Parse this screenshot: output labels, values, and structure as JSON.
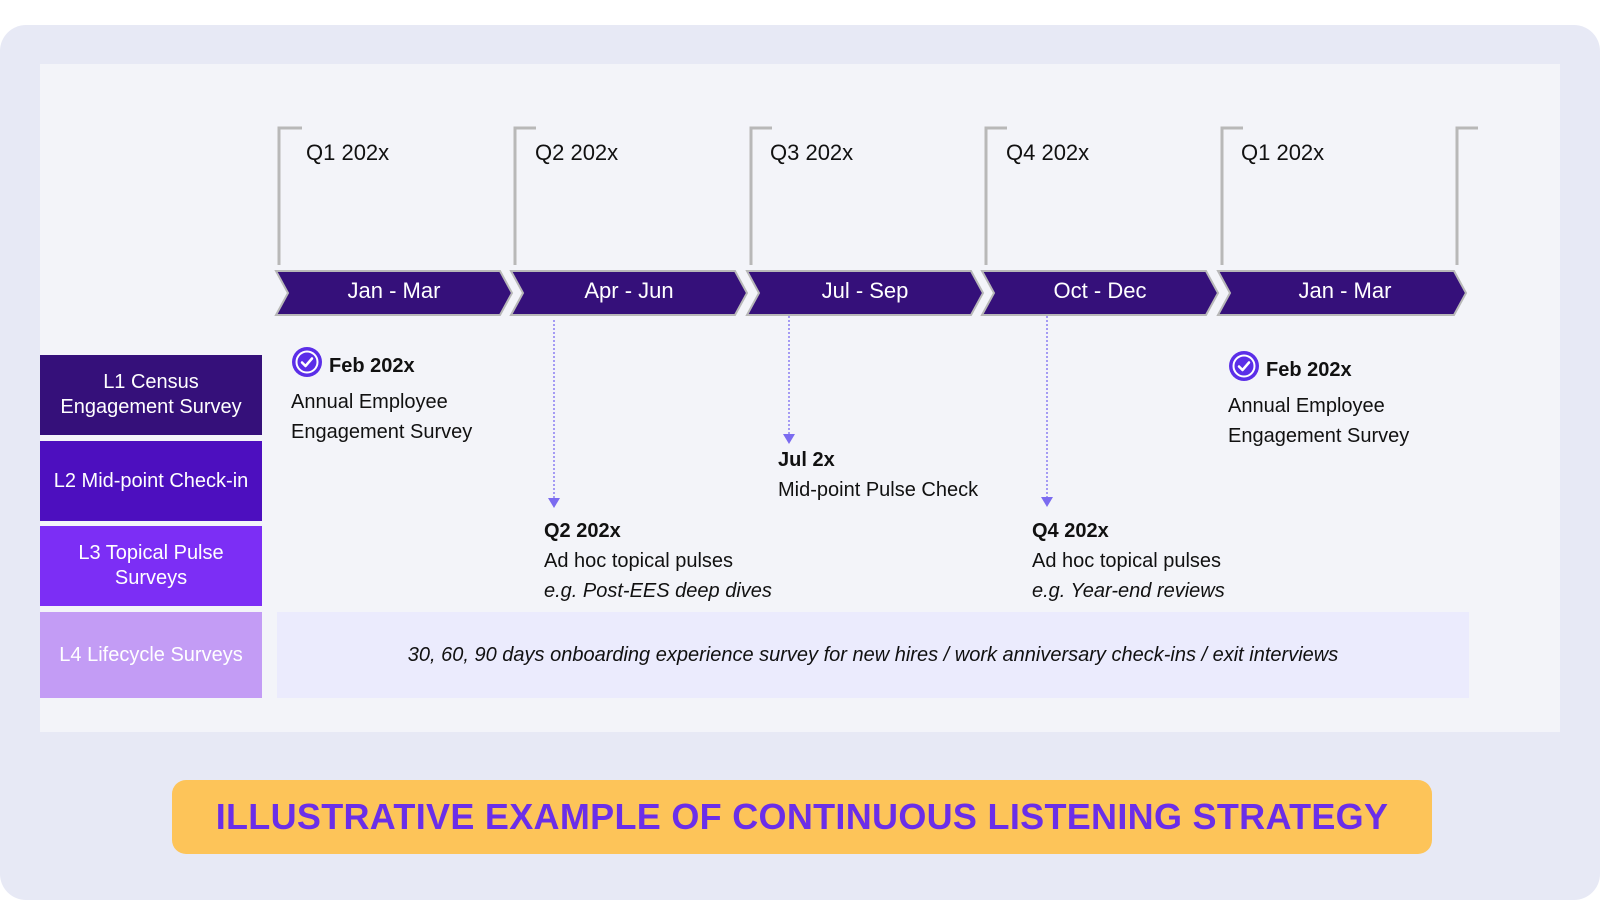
{
  "quarters": [
    "Q1 202x",
    "Q2 202x",
    "Q3 202x",
    "Q4 202x",
    "Q1 202x"
  ],
  "months": [
    "Jan - Mar",
    "Apr - Jun",
    "Jul - Sep",
    "Oct - Dec",
    "Jan - Mar"
  ],
  "levels": [
    {
      "label": "L1 Census Engagement Survey",
      "color": "#35107a"
    },
    {
      "label": "L2 Mid-point Check-in",
      "color": "#4d0fbf"
    },
    {
      "label": "L3 Topical Pulse Surveys",
      "color": "#7c2ef5"
    },
    {
      "label": "L4 Lifecycle Surveys",
      "color": "#c39cf5"
    }
  ],
  "events": {
    "l1_first": {
      "date": "Feb 202x",
      "line1": "Annual Employee",
      "line2": "Engagement Survey",
      "icon": "verified-badge-icon"
    },
    "l1_second": {
      "date": "Feb 202x",
      "line1": "Annual Employee",
      "line2": "Engagement Survey",
      "icon": "verified-badge-icon"
    },
    "l2": {
      "date": "Jul 2x",
      "line1": "Mid-point Pulse Check"
    },
    "l3_q2": {
      "date": "Q2 202x",
      "line1": "Ad hoc topical pulses",
      "line2": "e.g. Post-EES deep dives"
    },
    "l3_q4": {
      "date": "Q4 202x",
      "line1": "Ad hoc topical pulses",
      "line2": "e.g. Year-end reviews"
    }
  },
  "lifecycle_text": "30, 60, 90 days onboarding experience survey for new hires / work anniversary check-ins / exit interviews",
  "banner": "ILLUSTRATIVE EXAMPLE OF CONTINUOUS LISTENING STRATEGY",
  "colors": {
    "chevron": "#35107a",
    "bracket": "#b8b8b8",
    "arrow": "#7b6bf0",
    "banner_bg": "#fdc459",
    "banner_text": "#6b2ee8",
    "background": "#e7e9f5",
    "panel": "#f3f4f9"
  }
}
